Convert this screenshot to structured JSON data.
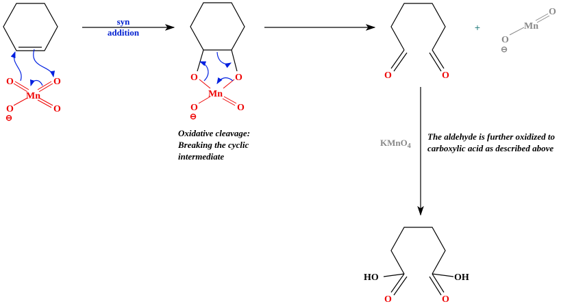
{
  "step1": {
    "label_top": "syn",
    "label_bottom": "addition"
  },
  "reactant": {
    "mn": "Mn",
    "oxygen": "O",
    "charge": "⊖"
  },
  "intermediate": {
    "mn": "Mn",
    "oxygen": "O",
    "charge": "⊖",
    "caption": [
      "Oxidative cleavage:",
      "Breaking the cyclic",
      "intermediate"
    ]
  },
  "product": {
    "oxygen": "O",
    "plus": "+",
    "byproduct_mn": "Mn",
    "byproduct_o": "O",
    "charge": "⊖"
  },
  "step3": {
    "reagent": "KMnO",
    "reagent_sub": "4",
    "note": [
      "The aldehyde is further oxidized to",
      "carboxylic acid as described above"
    ]
  },
  "final": {
    "ho": "HO",
    "oh": "OH",
    "oxygen": "O"
  },
  "colors": {
    "atom": "#ee0000",
    "arrow": "#0020e0",
    "spectator": "#888888"
  }
}
